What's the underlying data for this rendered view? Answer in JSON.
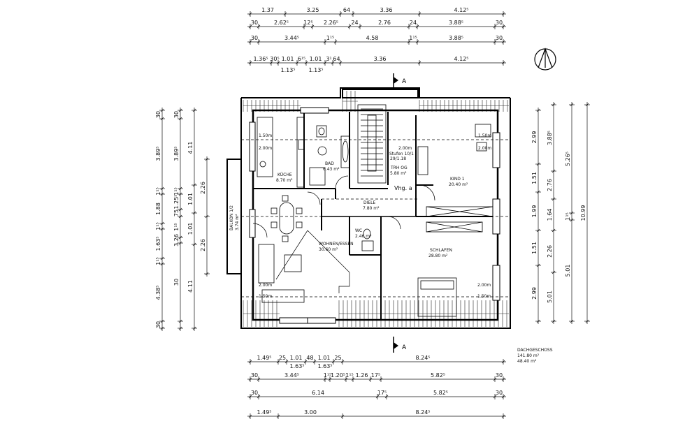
{
  "dims_top": [
    [
      "1.37",
      "3.25",
      "64",
      "3.36",
      "4.12⁵"
    ],
    [
      "30",
      "2.62⁵",
      "12⁵",
      "2.26⁵",
      "24",
      "2.76",
      "24",
      "3.88⁵",
      "30"
    ],
    [
      "30",
      "3.44⁵",
      "1¹⁵",
      "4.58",
      "1¹⁵",
      "3.88⁵",
      "30"
    ],
    [
      "1.36⁵",
      "30⁵",
      "1.01",
      "6¹⁵",
      "1.01",
      "3¹",
      "64",
      "3.36",
      "4.12⁵"
    ]
  ],
  "dims_top_sub": [
    "1.13⁵",
    "1.13⁵"
  ],
  "dims_bottom": [
    [
      "1.49⁵",
      "25",
      "1.01",
      "48",
      "1.01",
      "25",
      "8.24⁵"
    ],
    [
      "30",
      "3.44⁵",
      "1¹⁵",
      "1.20⁵",
      "1¹⁵",
      "1.26",
      "17⁵",
      "5.82⁵",
      "30"
    ],
    [
      "30",
      "6.14",
      "17⁵",
      "5.82⁵",
      "30"
    ],
    [
      "1.49⁵",
      "3.00",
      "8.24⁵"
    ]
  ],
  "dims_bottom_sub": [
    "1.63⁵",
    "1.63⁵"
  ],
  "dims_left": [
    [
      "30",
      "3.89⁵",
      "1¹⁵",
      "1.88",
      "1¹⁵",
      "1.63⁵",
      "1¹⁵",
      "4.38⁵",
      "30"
    ],
    [
      "30",
      "3.89⁵",
      "1¹⁵",
      "1.25⁵",
      "75",
      "1¹⁵",
      "3.26",
      "30"
    ],
    [
      "4.11",
      "1.01",
      "1.01",
      "4.11"
    ],
    [
      "2.26",
      "2.26"
    ]
  ],
  "dims_right": [
    [
      "2.99",
      "1.51",
      "1.99",
      "1.51",
      "2.99"
    ],
    [
      "3.88⁵",
      "2.76",
      "1.64",
      "2.26",
      "5.01"
    ],
    [
      "5.26⁵",
      "1¹⁵",
      "5.01"
    ],
    [
      "10.99"
    ]
  ],
  "section_marker": "A",
  "rooms": [
    {
      "name": "KÜCHE",
      "area": "8.70 m²"
    },
    {
      "name": "BAD",
      "area": "6.43 m²"
    },
    {
      "name": "TRH OG",
      "area": "5.80 m²"
    },
    {
      "name": "KIND 1",
      "area": "20.40 m²"
    },
    {
      "name": "DIELE",
      "area": "7.80 m²"
    },
    {
      "name": "WOHNEN/ESSEN",
      "area": "30.60 m²"
    },
    {
      "name": "WC",
      "area": "2.46 m²"
    },
    {
      "name": "SCHLAFEN",
      "area": "28.80 m²"
    },
    {
      "name": "BALKON 1/2",
      "area": "3.74 m²"
    }
  ],
  "stair_label": [
    "Stufen 10/1",
    "29/1.18"
  ],
  "vhg_label": "Vhg. a",
  "heights": [
    "1.50m",
    "2.00m",
    "2.00m",
    "1.50m",
    "2.00m",
    "1.50m",
    "2.00m",
    "1.50m",
    "2.00m"
  ],
  "summary": {
    "title": "DACHGESCHOSS",
    "line1": "141.80 m²",
    "line2": "48.40 m²"
  }
}
